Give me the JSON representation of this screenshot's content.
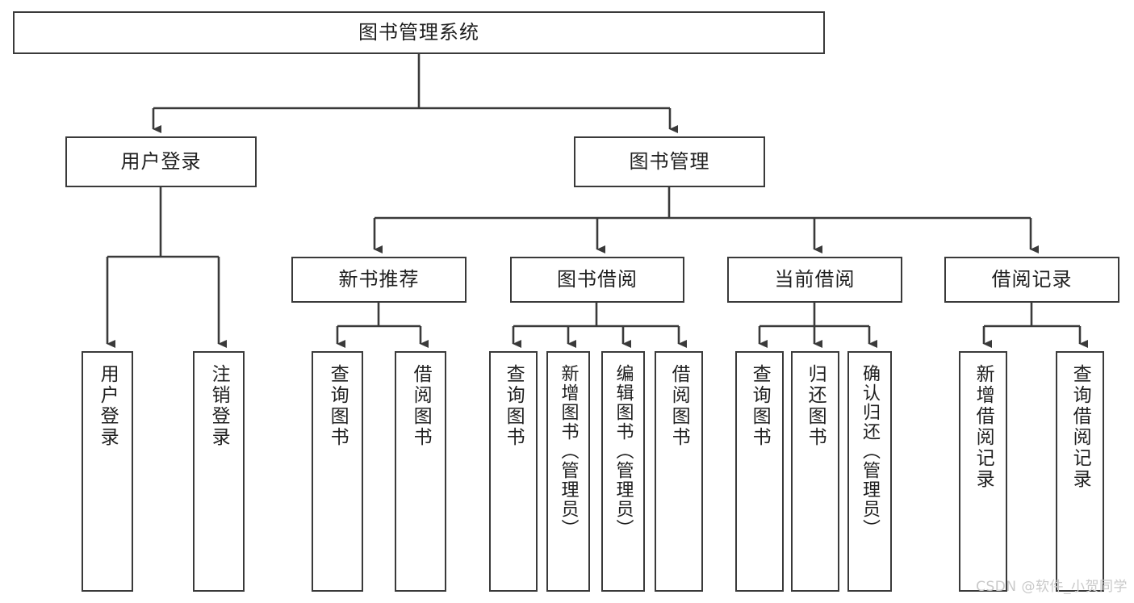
{
  "diagram": {
    "type": "tree",
    "title": "图书管理系统",
    "orientation": "top-down",
    "colors": {
      "box_border": "#3a3a3a",
      "box_fill": "#ffffff",
      "connector": "#3a3a3a",
      "text": "#1f1f1f",
      "watermark": "#c9c9c9",
      "background": "#ffffff"
    }
  },
  "nodes": {
    "root": {
      "label": "图书管理系统"
    },
    "level2": [
      {
        "id": "user-login",
        "label": "用户登录"
      },
      {
        "id": "book-manage",
        "label": "图书管理"
      }
    ],
    "level3": [
      {
        "id": "new-book-recommend",
        "label": "新书推荐"
      },
      {
        "id": "book-borrow",
        "label": "图书借阅"
      },
      {
        "id": "current-borrow",
        "label": "当前借阅"
      },
      {
        "id": "borrow-record",
        "label": "借阅记录"
      }
    ],
    "leaves": {
      "user-login": [
        {
          "id": "leaf-user-login",
          "label": "用户登录"
        },
        {
          "id": "leaf-user-logout",
          "label": "注销登录"
        }
      ],
      "new-book-recommend": [
        {
          "id": "leaf-query-book-1",
          "label": "查询图书"
        },
        {
          "id": "leaf-borrow-book-1",
          "label": "借阅图书"
        }
      ],
      "book-borrow": [
        {
          "id": "leaf-query-book-2",
          "label": "查询图书"
        },
        {
          "id": "leaf-add-book",
          "label": "新增图书（管理员）"
        },
        {
          "id": "leaf-edit-book",
          "label": "编辑图书（管理员）"
        },
        {
          "id": "leaf-borrow-book-2",
          "label": "借阅图书"
        }
      ],
      "current-borrow": [
        {
          "id": "leaf-query-book-3",
          "label": "查询图书"
        },
        {
          "id": "leaf-return-book",
          "label": "归还图书"
        },
        {
          "id": "leaf-confirm-return",
          "label": "确认归还（管理员）"
        }
      ],
      "borrow-record": [
        {
          "id": "leaf-add-record",
          "label": "新增借阅记录"
        },
        {
          "id": "leaf-query-record",
          "label": "查询借阅记录"
        }
      ]
    }
  },
  "watermark": {
    "text": "CSDN @软件_小贺同学"
  }
}
